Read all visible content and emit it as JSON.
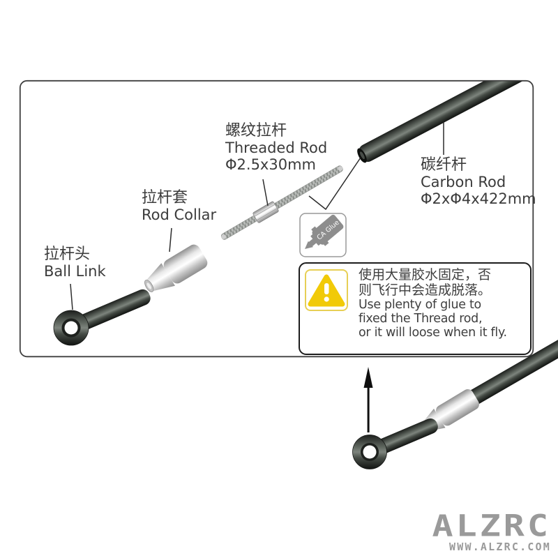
{
  "diagram": {
    "parts": {
      "ball_link": {
        "label_zh": "拉杆头",
        "label_en": "Ball Link"
      },
      "rod_collar": {
        "label_zh": "拉杆套",
        "label_en": "Rod Collar"
      },
      "threaded_rod": {
        "label_zh": "螺纹拉杆",
        "label_en": "Threaded Rod",
        "spec": "Φ2.5x30mm"
      },
      "carbon_rod": {
        "label_zh": "碳纤杆",
        "label_en": "Carbon Rod",
        "spec": "Φ2xΦ4x422mm"
      }
    },
    "glue_label": "CA Glue",
    "warning": {
      "zh_line1": "使用大量胶水固定，否",
      "zh_line2": "则飞行中会造成脱落。",
      "en_line1": "Use plenty of glue to",
      "en_line2": "fixed the Thread rod,",
      "en_line3": "or it will loose when it fly."
    }
  },
  "footer": {
    "brand": "ALZRC",
    "website": "WWW.ALZRC.COM"
  },
  "colors": {
    "warning_yellow": "#f1ca08",
    "warning_frame_yellow": "#e7cf55",
    "logo_gray": "#9a9a9a",
    "part_dark": "#4a4f4a",
    "part_silver": "#e8e8e8",
    "line_dark": "#2c2c2c"
  }
}
